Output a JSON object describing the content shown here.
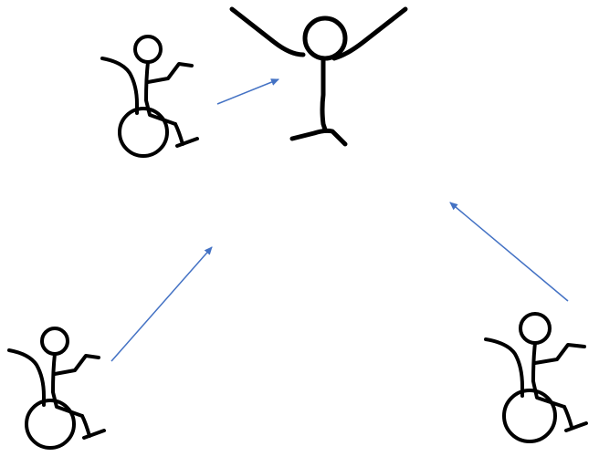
{
  "colors": {
    "figure": "#000000",
    "arrow": "#4472C4",
    "background": "#ffffff"
  },
  "figures": [
    {
      "id": "standing-person",
      "icon": "standing-stick-figure-arms-raised-icon"
    },
    {
      "id": "wheelchair-user-top-left",
      "icon": "wheelchair-user-icon"
    },
    {
      "id": "wheelchair-user-bottom-left",
      "icon": "wheelchair-user-icon"
    },
    {
      "id": "wheelchair-user-bottom-right",
      "icon": "wheelchair-user-icon"
    }
  ],
  "arrows": [
    {
      "id": "arrow-top-left",
      "from": "wheelchair-user-top-left",
      "direction": "toward-standing-person"
    },
    {
      "id": "arrow-bottom-left",
      "from": "wheelchair-user-bottom-left",
      "direction": "toward-center"
    },
    {
      "id": "arrow-bottom-right",
      "from": "wheelchair-user-bottom-right",
      "direction": "toward-center"
    }
  ]
}
